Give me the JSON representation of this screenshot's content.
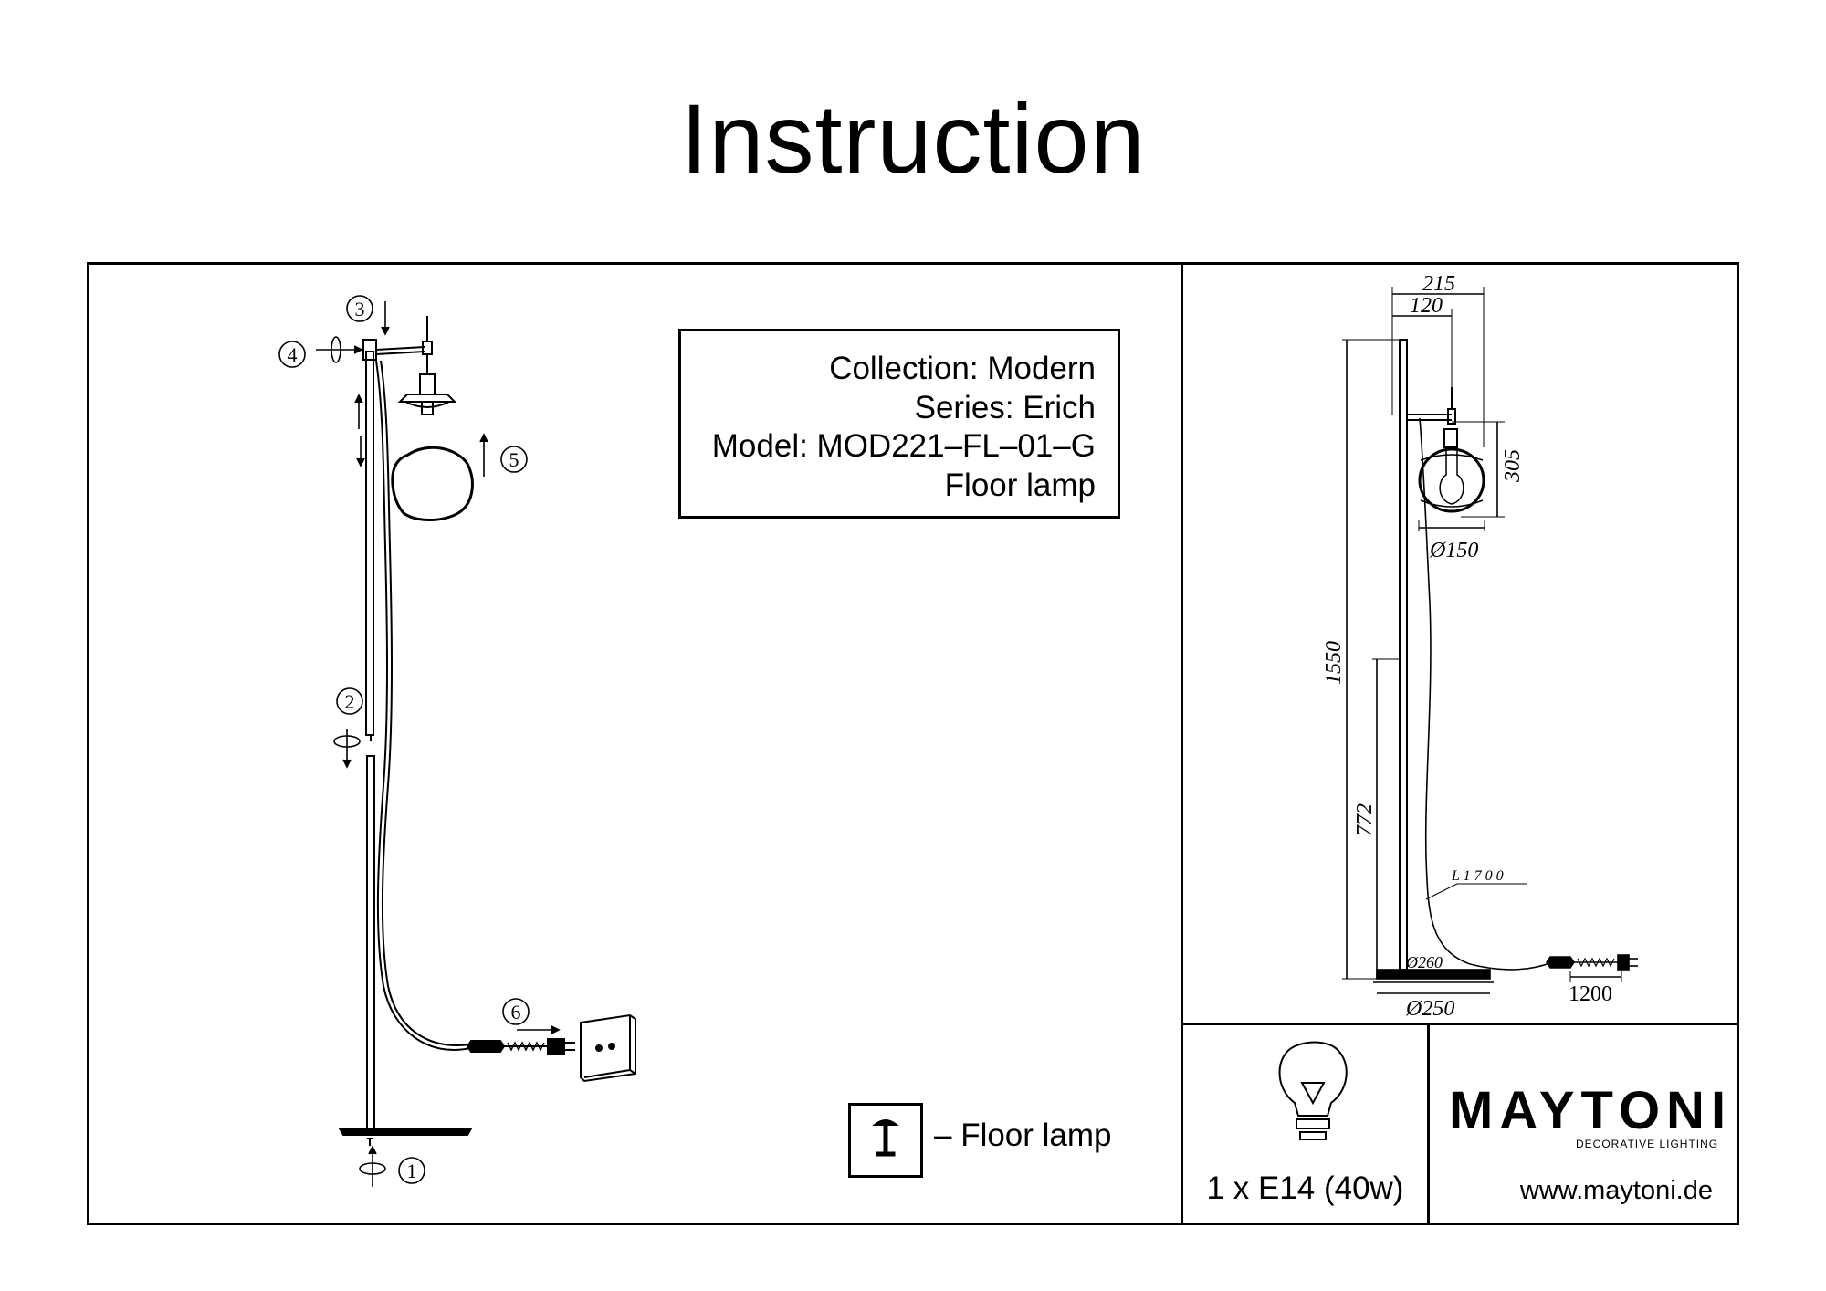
{
  "page": {
    "title": "Instruction"
  },
  "product_info": {
    "collection": "Collection: Modern",
    "series": "Series: Erich",
    "model": "Model: MOD221–FL–01–G",
    "type": "Floor lamp"
  },
  "assembly_steps": [
    "1",
    "2",
    "3",
    "4",
    "5",
    "6"
  ],
  "legend": {
    "symbol": "floor-lamp-icon",
    "text": "– Floor lamp"
  },
  "dimensions": {
    "arm_total": "215",
    "arm_inner": "120",
    "shade_height": "305",
    "shade_diameter": "Ø150",
    "total_height": "1550",
    "lower_height": "772",
    "cable_length": "L 1 7 0 0",
    "base_top_diameter": "Ø260",
    "base_diameter": "Ø250",
    "switch_cable": "1200"
  },
  "bulb": {
    "icon": "light-bulb-icon",
    "spec": "1 x E14 (40w)"
  },
  "brand": {
    "name": "MAYTONI",
    "tagline": "DECORATIVE LIGHTING",
    "website": "www.maytoni.de"
  },
  "colors": {
    "line": "#000000",
    "background": "#ffffff"
  }
}
